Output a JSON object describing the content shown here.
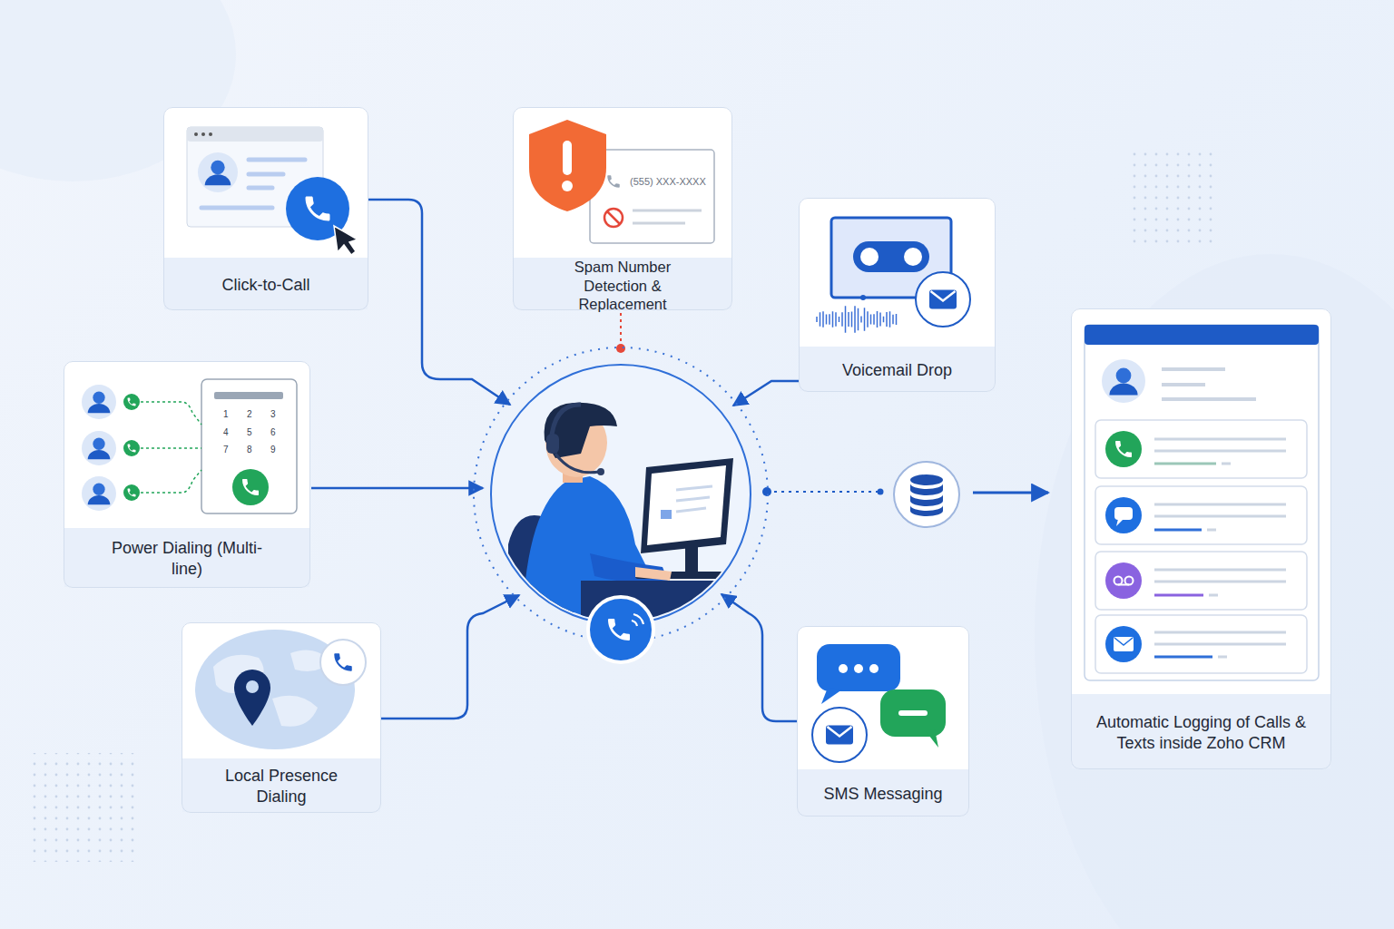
{
  "diagram": {
    "nodes": [
      {
        "text": [
          "Click-to-Call"
        ]
      },
      {
        "text": [
          "Spam Number Detection & Replacement"
        ]
      },
      {
        "text": [
          "Voicemail Drop"
        ]
      },
      {
        "text": [
          "Power Dialing (Multi-line)"
        ]
      },
      {
        "text": [
          "Local Presence Dialing"
        ]
      },
      {
        "text": [
          "SMS Messaging"
        ]
      },
      {
        "text": [
          "Automatic Logging of Calls & Texts inside Zoho CRM"
        ]
      }
    ],
    "labels": [
      "(555) XXX-XXXX",
      "1",
      "2",
      "3",
      "4",
      "5",
      "6",
      "7",
      "8",
      "9"
    ]
  }
}
